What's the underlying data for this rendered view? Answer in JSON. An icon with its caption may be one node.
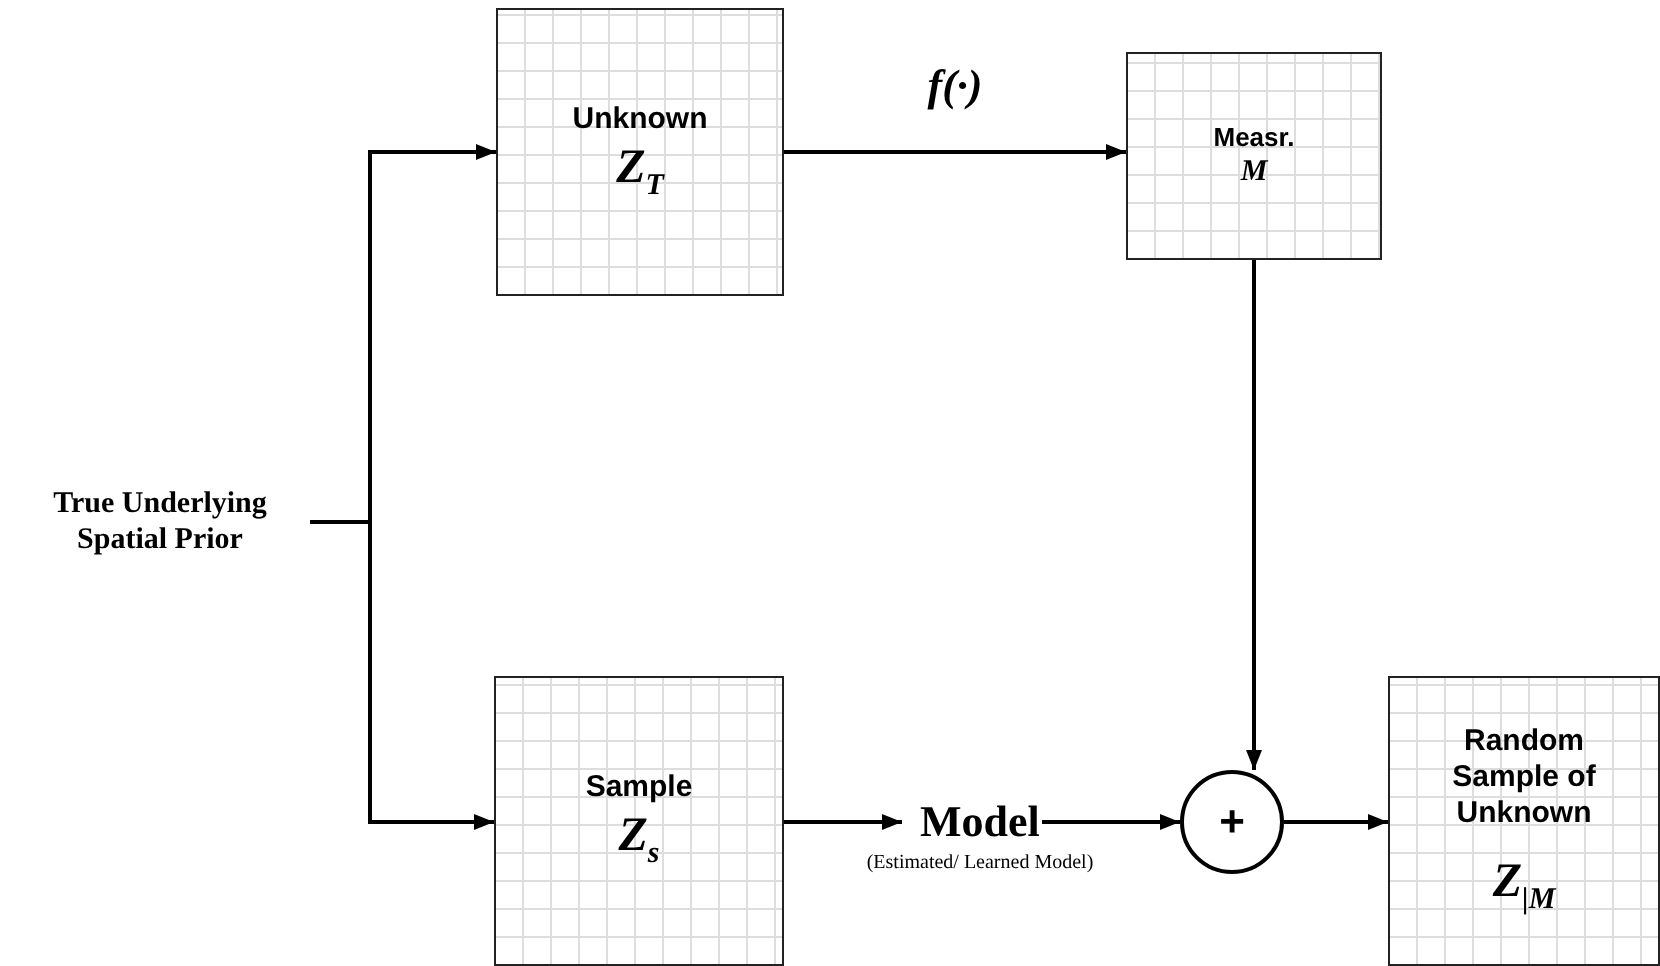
{
  "diagram": {
    "nodes": [
      {
        "text": [
          "True Underlying Spatial Prior"
        ]
      },
      {
        "text": [
          "Unknown",
          "Z$_{T}$"
        ]
      },
      {
        "text": [
          "Measr.",
          "M"
        ]
      },
      {
        "text": [
          "Sample",
          "Z$_{s}$"
        ]
      },
      {
        "text": [
          "Model"
        ],
        "beside": [
          "(Estimated/ Learned Model)"
        ]
      },
      {
        "text": [
          "+"
        ]
      },
      {
        "text": [
          "Random Sample of Unknown",
          "Z$_{|M}$"
        ]
      }
    ],
    "edges": [
      {
        "from": 0,
        "to": 1,
        "arrow": "to"
      },
      {
        "from": 0,
        "to": 3,
        "arrow": "to"
      },
      {
        "from": 1,
        "to": 2,
        "arrow": "to",
        "label": "f(·)"
      },
      {
        "from": 2,
        "to": 5,
        "arrow": "to"
      },
      {
        "from": 3,
        "to": 4,
        "arrow": "to"
      },
      {
        "from": 4,
        "to": 5,
        "arrow": "to"
      },
      {
        "from": 5,
        "to": 6,
        "arrow": "to"
      }
    ]
  }
}
